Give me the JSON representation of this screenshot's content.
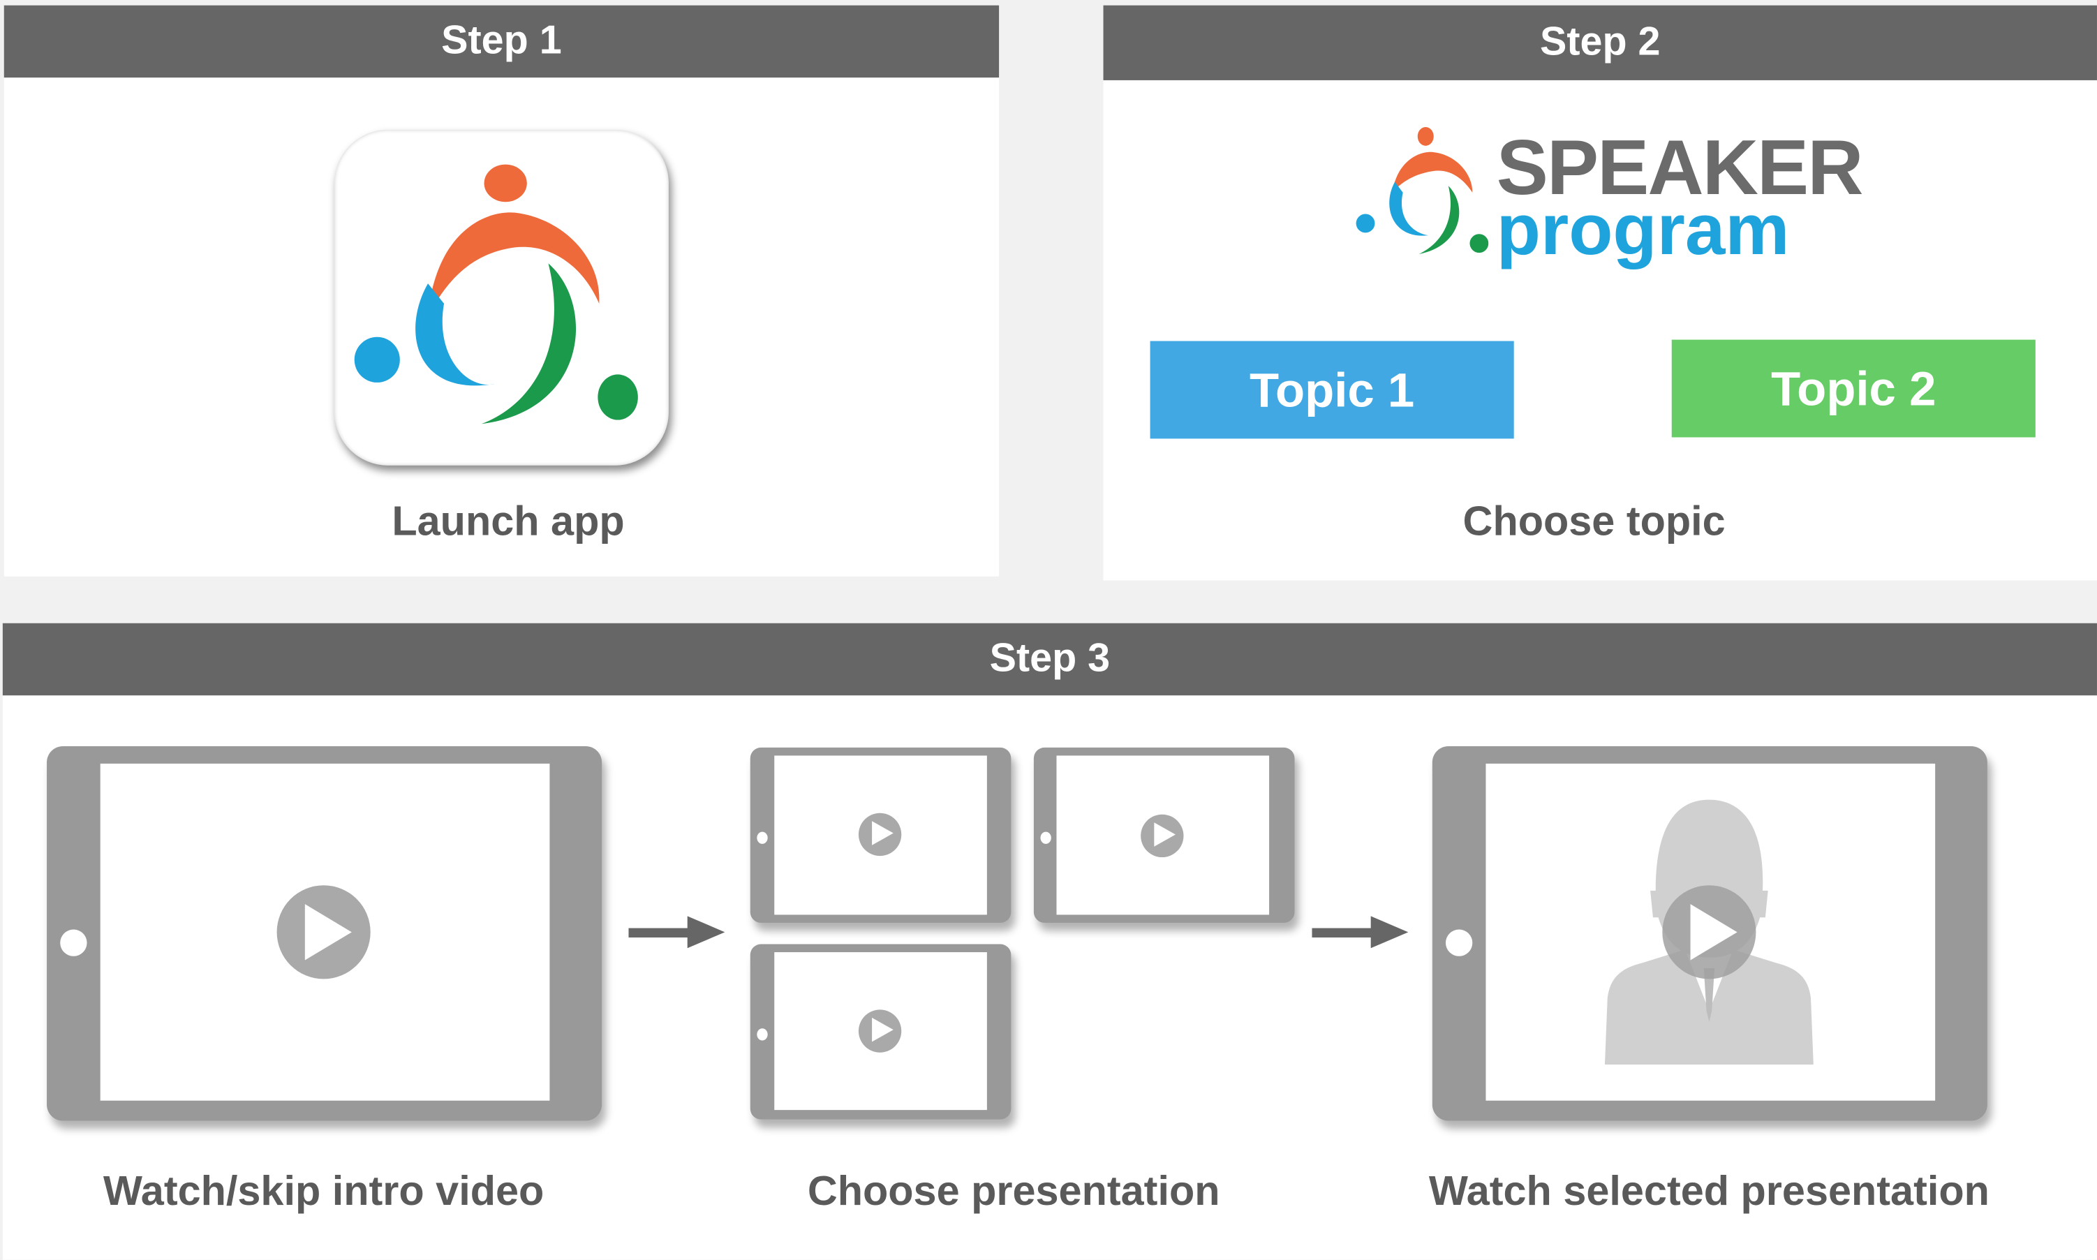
{
  "step1": {
    "header": "Step 1",
    "caption": "Launch app"
  },
  "step2": {
    "header": "Step 2",
    "logo_text_top": "SPEAKER",
    "logo_text_bottom": "program",
    "topics": [
      "Topic 1",
      "Topic 2"
    ],
    "caption": "Choose topic"
  },
  "step3": {
    "header": "Step 3",
    "captions": [
      "Watch/skip intro video",
      "Choose presentation",
      "Watch selected presentation"
    ]
  },
  "colors": {
    "header": "#666666",
    "topic1": "#42a8e3",
    "topic2": "#66cc66",
    "logo_orange": "#ee6a3a",
    "logo_blue": "#1fa3dd",
    "logo_green": "#1a9a4a"
  }
}
